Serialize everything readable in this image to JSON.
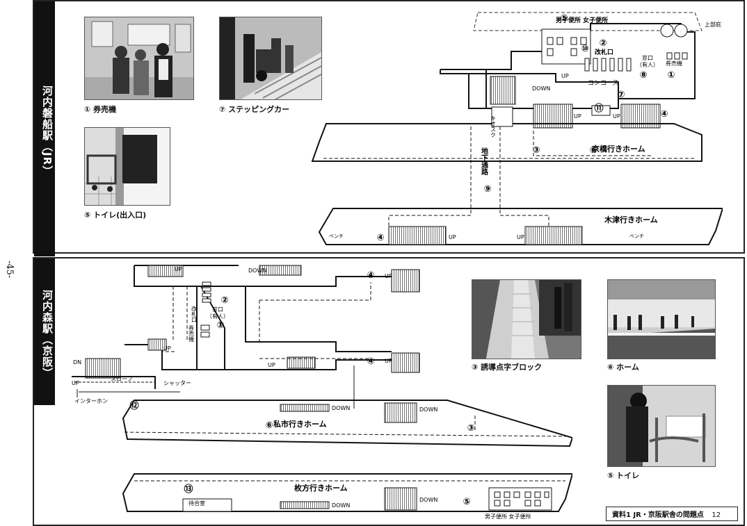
{
  "page_number": "-45-",
  "top_section": {
    "station_title": "河内磐船駅（JR）",
    "photos": [
      {
        "caption": "① 券売機"
      },
      {
        "caption": "⑦ ステッピングカー"
      },
      {
        "caption": "⑤ トイレ(出入口)"
      }
    ],
    "map": {
      "restrooms": "男子便所  女子便所",
      "upper_floor": "上部庇",
      "ticket_gate": "改札口",
      "window": "窓口",
      "window_staffed": "（有人）",
      "ticket_machine": "券売機",
      "concourse": "コンコース",
      "kiosk": "キオスク",
      "underpass": "地下通路",
      "platform_kyobashi": "京橋行きホーム",
      "platform_kizu": "木津行きホーム",
      "up": "UP",
      "down": "DOWN",
      "bench": "ベンチ",
      "numbers": [
        "①",
        "②",
        "③",
        "④",
        "⑤",
        "⑥",
        "⑦",
        "⑧",
        "⑨",
        "⑩",
        "⑪"
      ]
    }
  },
  "bottom_section": {
    "station_title": "河内森駅（京阪）",
    "photos": [
      {
        "caption": "③ 誘導点字ブロック"
      },
      {
        "caption": "⑥ ホーム"
      },
      {
        "caption": "⑤ トイレ"
      }
    ],
    "map": {
      "ticket_gate": "改札口",
      "window": "窓口",
      "window_staffed": "（有人）",
      "ticket_machine": "券売機",
      "slope": "スロープ",
      "shutter": "シャッター",
      "intercom": "インターホン",
      "platform_shijo": "私市行きホーム",
      "platform_hirakata": "枚方行きホーム",
      "waiting_room": "待合室",
      "restrooms": "男子便所 女子便所",
      "up": "UP",
      "down": "DOWN",
      "dn": "DN",
      "numbers": [
        "①",
        "②",
        "③",
        "④",
        "⑤",
        "⑥",
        "⑫",
        "⑬"
      ]
    }
  },
  "footer": {
    "label": "資料1  JR・京阪駅舎の問題点",
    "page": "12"
  }
}
